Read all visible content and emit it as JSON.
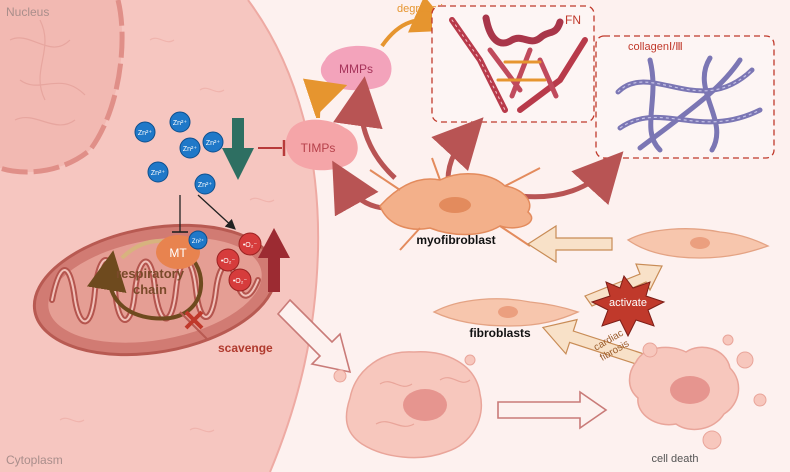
{
  "labels": {
    "nucleus": "Nucleus",
    "cytoplasm": "Cytoplasm",
    "degradation": "degradation",
    "fn": "FN",
    "collagen": "collagenⅠ/Ⅲ",
    "mmps": "MMPs",
    "timps": "TIMPs",
    "mt": "MT",
    "respiratory_chain": [
      "respiratory",
      "chain"
    ],
    "scavenge": "scavenge",
    "myofibroblast": "myofibroblast",
    "fibroblasts": "fibroblasts",
    "activate": "activate",
    "cardiac_fibrosis": [
      "cardiac",
      "fibrosis"
    ],
    "cell_death": "cell death"
  },
  "ions": {
    "zinc": "Zn²⁺",
    "superoxide": "•O₂⁻"
  },
  "colors": {
    "zinc_ion": "#1f78c8",
    "superoxide": "#d63c3c",
    "decrease_arrow": "#2e6f62",
    "increase_arrow": "#9c2b32",
    "inhibit": "#b83a3a",
    "cell_body": "#f3b08a",
    "mito_fill": "#d98a84"
  }
}
